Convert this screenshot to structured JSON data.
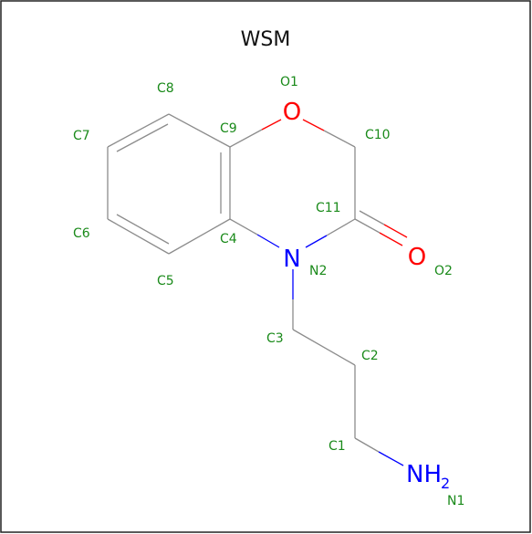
{
  "title": "WSM",
  "colors": {
    "border": "#222222",
    "bond": "#8c8c8c",
    "atom_label": "#1a8a1a",
    "oxygen": "#ff0000",
    "nitrogen": "#0000ff"
  },
  "atom_labels": {
    "C1": "C1",
    "C2": "C2",
    "C3": "C3",
    "C4": "C4",
    "C5": "C5",
    "C6": "C6",
    "C7": "C7",
    "C8": "C8",
    "C9": "C9",
    "C10": "C10",
    "C11": "C11",
    "N1": "N1",
    "N2": "N2",
    "O1": "O1",
    "O2": "O2"
  },
  "atom_symbols": {
    "O1": "O",
    "O2": "O",
    "N2": "N",
    "N1_main": "NH",
    "N1_sub": "2"
  }
}
